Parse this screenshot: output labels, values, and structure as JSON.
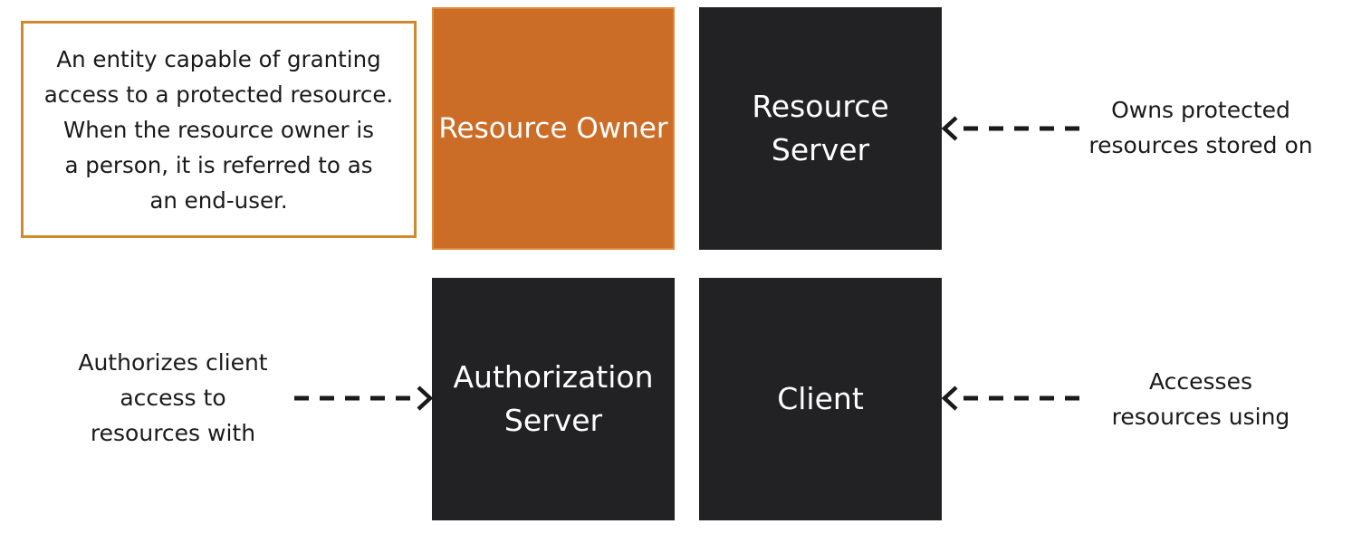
{
  "definition": {
    "text": "An entity capable of granting\naccess to a protected resource.\nWhen the resource owner is\na person, it is referred to as\nan end-user."
  },
  "boxes": {
    "resource_owner": "Resource Owner",
    "resource_server": "Resource\nServer",
    "authorization_server": "Authorization\nServer",
    "client": "Client"
  },
  "notes": {
    "owns": "Owns protected\nresources stored on",
    "authorizes": "Authorizes client\naccess to\nresources with",
    "accesses": "Accesses\nresources using"
  },
  "colors": {
    "accent_orange": "#cc6d27",
    "dark_box": "#222123",
    "definition_border": "#d0892f"
  }
}
